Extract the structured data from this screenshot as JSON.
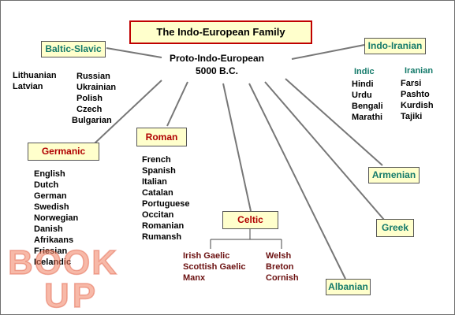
{
  "title": "The Indo-European Family",
  "root": {
    "line1": "Proto-Indo-European",
    "line2": "5000 B.C."
  },
  "branches": {
    "baltic_slavic": {
      "label": "Baltic-Slavic",
      "left_col": [
        "Lithuanian",
        "Latvian"
      ],
      "right_col": [
        "Russian",
        "Ukrainian",
        "Polish",
        "Czech",
        "Bulgarian"
      ]
    },
    "indo_iranian": {
      "label": "Indo-Iranian",
      "indic_label": "Indic",
      "indic": [
        "Hindi",
        "Urdu",
        "Bengali",
        "Marathi"
      ],
      "iranian_label": "Iranian",
      "iranian": [
        "Farsi",
        "Pashto",
        "Kurdish",
        "Tajiki"
      ]
    },
    "germanic": {
      "label": "Germanic",
      "languages": [
        "English",
        "Dutch",
        "German",
        "Swedish",
        "Norwegian",
        "Danish",
        "Afrikaans",
        "Friesian",
        "Icelandic"
      ]
    },
    "roman": {
      "label": "Roman",
      "languages": [
        "French",
        "Spanish",
        "Italian",
        "Catalan",
        "Portuguese",
        "Occitan",
        "Romanian",
        "Rumansh"
      ]
    },
    "celtic": {
      "label": "Celtic",
      "left_col": [
        "Irish Gaelic",
        "Scottish Gaelic",
        "Manx"
      ],
      "right_col": [
        "Welsh",
        "Breton",
        "Cornish"
      ]
    },
    "armenian": {
      "label": "Armenian"
    },
    "greek": {
      "label": "Greek"
    },
    "albanian": {
      "label": "Albanian"
    }
  },
  "watermark": {
    "line1": "BOOK",
    "line2": "UP"
  },
  "colors": {
    "box_fill": "#ffffcc",
    "green_label": "#147a6a",
    "red_label": "#b00000",
    "brown_text": "#6b1010",
    "title_border": "#c00000",
    "watermark": "#f08060"
  }
}
